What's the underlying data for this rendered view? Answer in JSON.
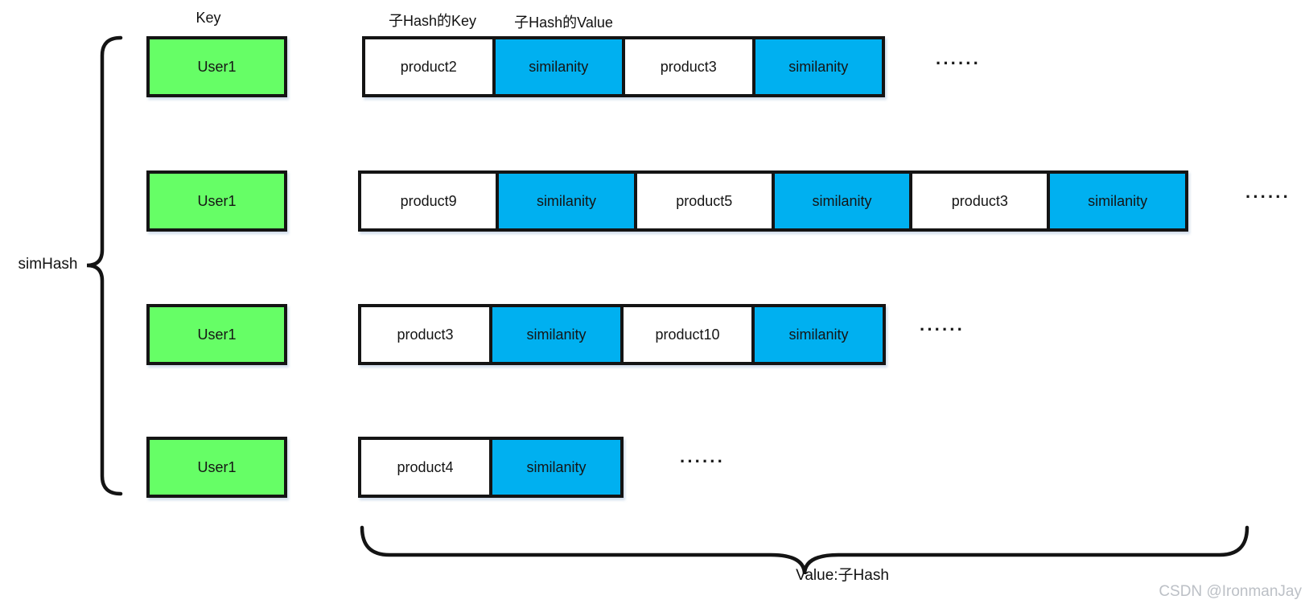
{
  "labels": {
    "key_header": "Key",
    "subhash_key_header": "子Hash的Key",
    "subhash_value_header": "子Hash的Value",
    "left_brace_label": "simHash",
    "bottom_brace_label": "Value:子Hash",
    "watermark": "CSDN @IronmanJay",
    "ellipsis": "······"
  },
  "colors": {
    "key_box_fill": "#66FE66",
    "subhash_key_fill": "#FFFFFF",
    "subhash_value_fill": "#00B0F0",
    "border": "#141414",
    "watermark": "#BCC0C6"
  },
  "structure": {
    "rows": [
      {
        "key_label": "User1",
        "cells": [
          {
            "text": "product2",
            "role": "subkey"
          },
          {
            "text": "similanity",
            "role": "subvalue"
          },
          {
            "text": "product3",
            "role": "subkey"
          },
          {
            "text": "similanity",
            "role": "subvalue"
          }
        ]
      },
      {
        "key_label": "User1",
        "cells": [
          {
            "text": "product9",
            "role": "subkey"
          },
          {
            "text": "similanity",
            "role": "subvalue"
          },
          {
            "text": "product5",
            "role": "subkey"
          },
          {
            "text": "similanity",
            "role": "subvalue"
          },
          {
            "text": "product3",
            "role": "subkey"
          },
          {
            "text": "similanity",
            "role": "subvalue"
          }
        ]
      },
      {
        "key_label": "User1",
        "cells": [
          {
            "text": "product3",
            "role": "subkey"
          },
          {
            "text": "similanity",
            "role": "subvalue"
          },
          {
            "text": "product10",
            "role": "subkey"
          },
          {
            "text": "similanity",
            "role": "subvalue"
          }
        ]
      },
      {
        "key_label": "User1",
        "cells": [
          {
            "text": "product4",
            "role": "subkey"
          },
          {
            "text": "similanity",
            "role": "subvalue"
          }
        ]
      }
    ]
  }
}
